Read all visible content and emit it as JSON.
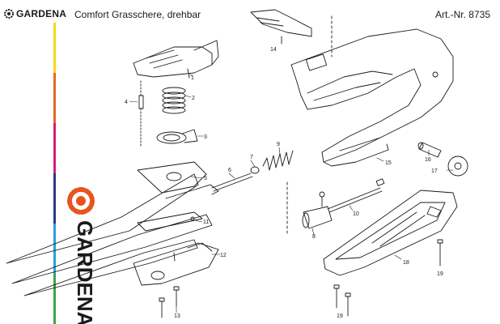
{
  "header": {
    "brand": "GARDENA",
    "title": "Comfort Grasschere, drehbar",
    "article": "Art.-Nr. 8735"
  },
  "side_brand": "GARDENA",
  "brand_color": "#e8541e",
  "color_bar": [
    "#f4d916",
    "#e36b24",
    "#d61d7a",
    "#2a3a84",
    "#27a3d9",
    "#3aa648"
  ],
  "parts": [
    {
      "number": "1"
    },
    {
      "number": "2"
    },
    {
      "number": "3"
    },
    {
      "number": "4"
    },
    {
      "number": "5"
    },
    {
      "number": "6"
    },
    {
      "number": "7"
    },
    {
      "number": "8"
    },
    {
      "number": "9"
    },
    {
      "number": "10"
    },
    {
      "number": "11"
    },
    {
      "number": "12"
    },
    {
      "number": "13"
    },
    {
      "number": "14"
    },
    {
      "number": "15"
    },
    {
      "number": "16"
    },
    {
      "number": "17"
    },
    {
      "number": "18"
    },
    {
      "number": "19"
    }
  ]
}
